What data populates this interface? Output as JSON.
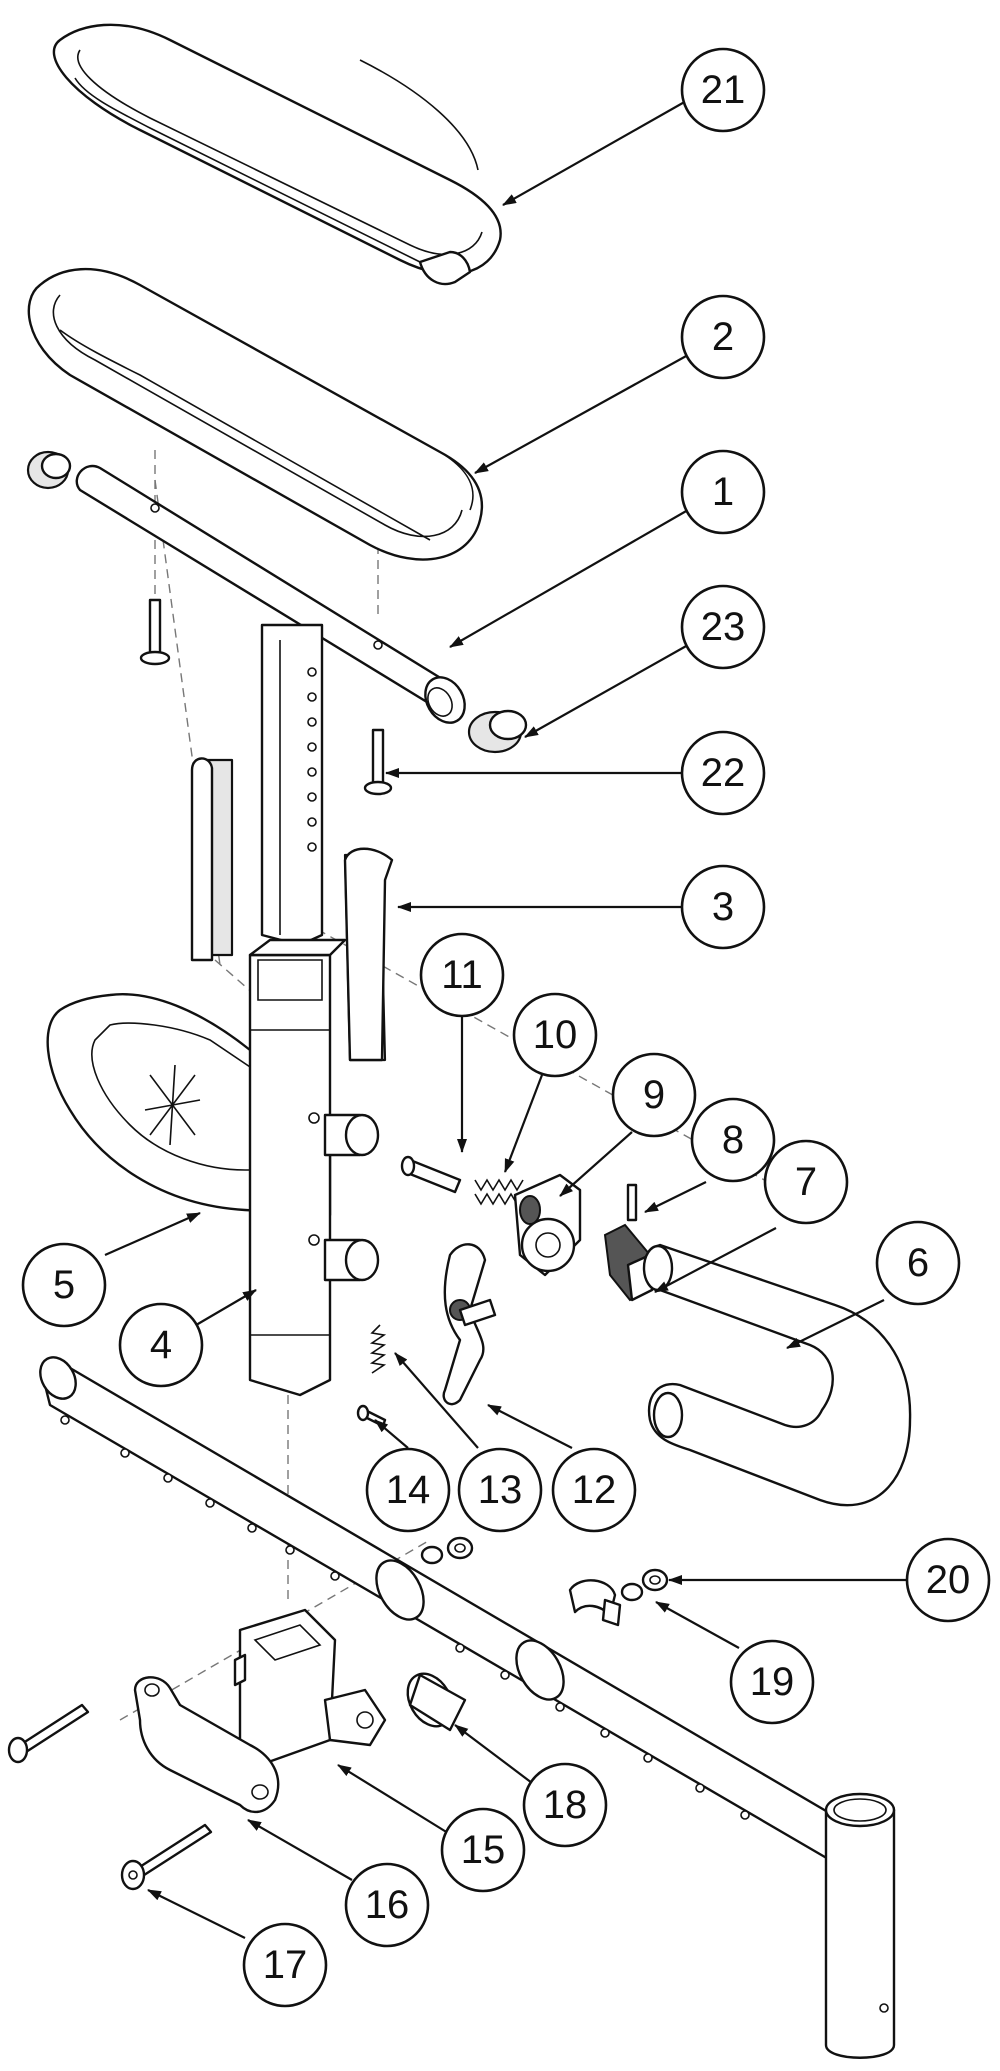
{
  "diagram": {
    "type": "exploded-parts-view",
    "callouts": [
      {
        "id": "c21",
        "label": "21"
      },
      {
        "id": "c2",
        "label": "2"
      },
      {
        "id": "c1",
        "label": "1"
      },
      {
        "id": "c23",
        "label": "23"
      },
      {
        "id": "c22",
        "label": "22"
      },
      {
        "id": "c3",
        "label": "3"
      },
      {
        "id": "c11",
        "label": "11"
      },
      {
        "id": "c10",
        "label": "10"
      },
      {
        "id": "c9",
        "label": "9"
      },
      {
        "id": "c8",
        "label": "8"
      },
      {
        "id": "c7",
        "label": "7"
      },
      {
        "id": "c6",
        "label": "6"
      },
      {
        "id": "c5",
        "label": "5"
      },
      {
        "id": "c4",
        "label": "4"
      },
      {
        "id": "c14",
        "label": "14"
      },
      {
        "id": "c13",
        "label": "13"
      },
      {
        "id": "c12",
        "label": "12"
      },
      {
        "id": "c20",
        "label": "20"
      },
      {
        "id": "c19",
        "label": "19"
      },
      {
        "id": "c18",
        "label": "18"
      },
      {
        "id": "c15",
        "label": "15"
      },
      {
        "id": "c16",
        "label": "16"
      },
      {
        "id": "c17",
        "label": "17"
      }
    ]
  }
}
